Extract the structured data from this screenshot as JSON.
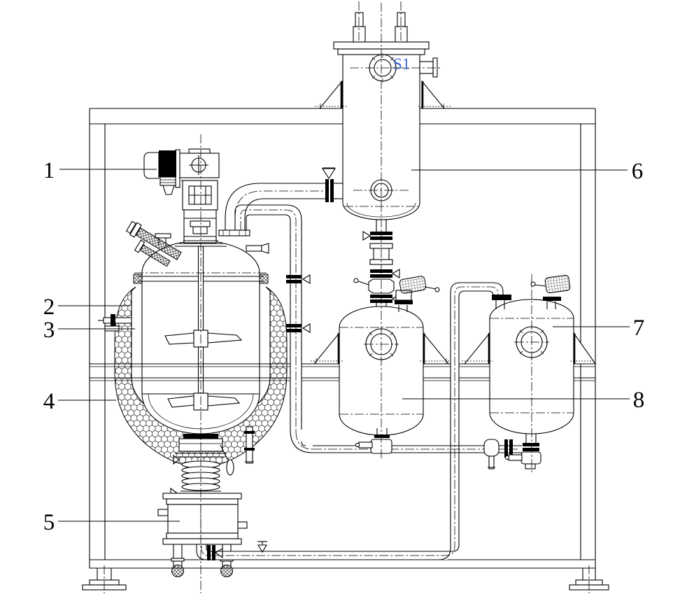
{
  "drawing": {
    "background_color": "#ffffff",
    "line_color": "#000000",
    "nozzle_label_color": "#3f6bd6",
    "callouts": [
      {
        "label": "1"
      },
      {
        "label": "2"
      },
      {
        "label": "3"
      },
      {
        "label": "4"
      },
      {
        "label": "5"
      },
      {
        "label": "6"
      },
      {
        "label": "7"
      },
      {
        "label": "8"
      }
    ],
    "nozzle_labels": [
      {
        "label": "S1"
      }
    ]
  }
}
